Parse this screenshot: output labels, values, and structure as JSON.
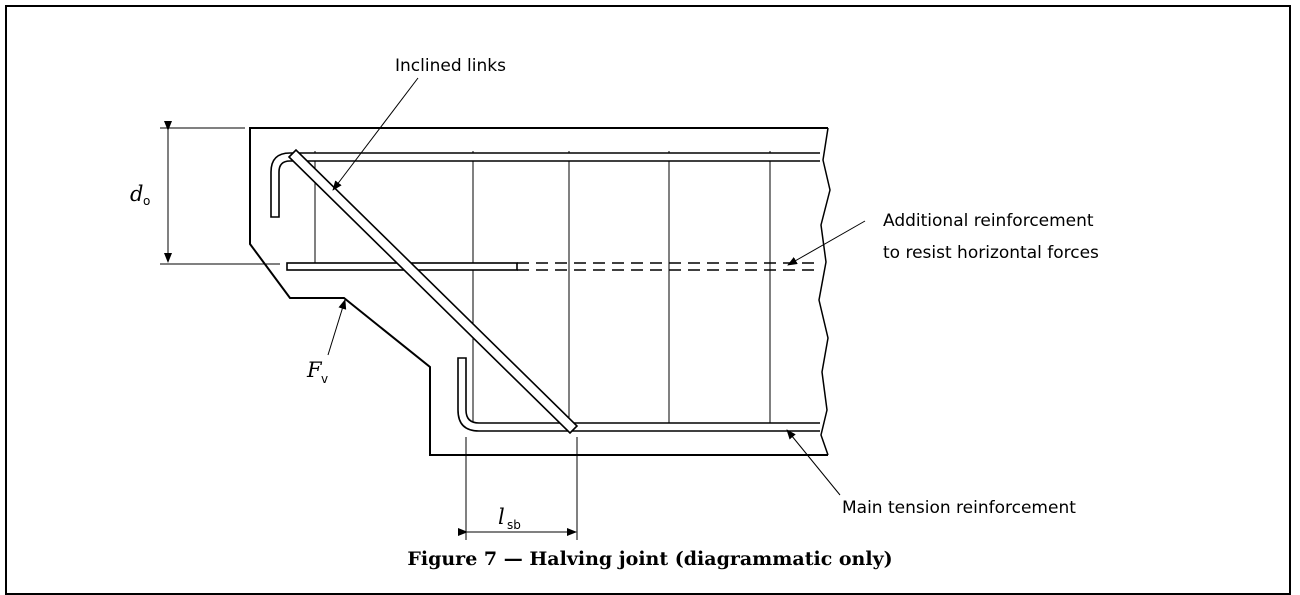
{
  "labels": {
    "inclined_links": "Inclined links",
    "additional_line1": "Additional reinforcement",
    "additional_line2": "to resist horizontal forces",
    "main_tension": "Main tension reinforcement",
    "d_symbol": "d",
    "d_subscript": "o",
    "f_symbol": "F",
    "f_subscript": "v",
    "l_symbol": "l",
    "l_subscript": "sb"
  },
  "caption": "Figure 7 — Halving joint (diagrammatic only)"
}
